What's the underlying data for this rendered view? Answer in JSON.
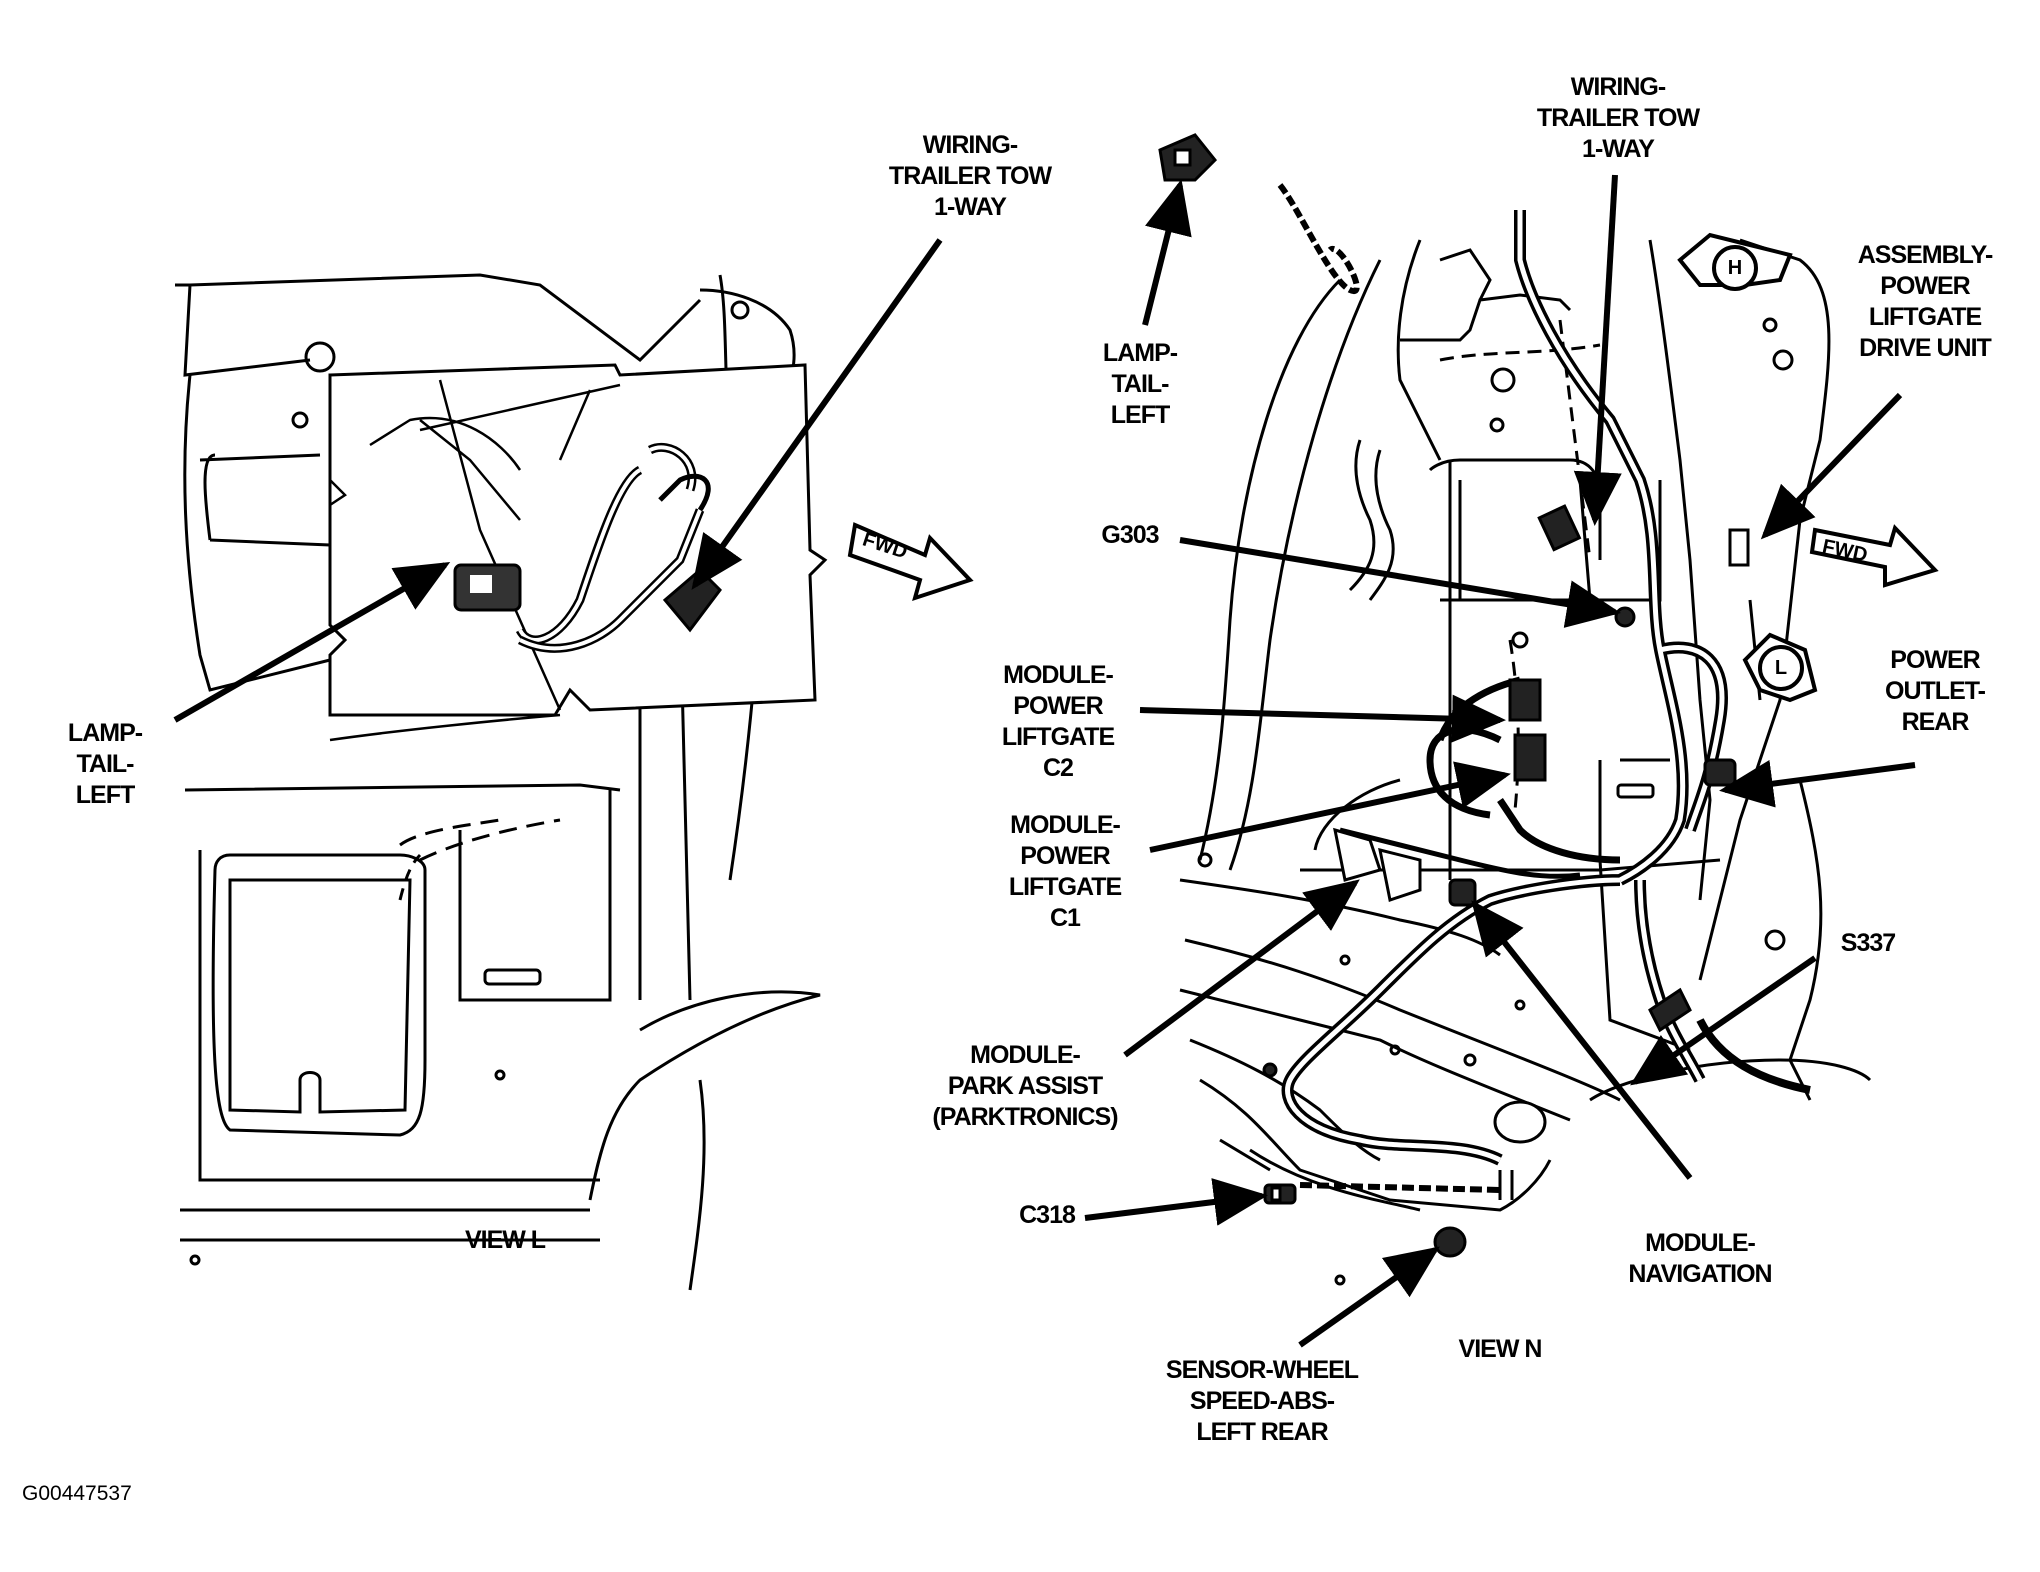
{
  "figure_id": "G00447537",
  "views": [
    {
      "id": "view-l",
      "caption": "VIEW L",
      "direction_arrow": "FWD",
      "callouts": [
        {
          "key": "wiring-trailer-tow",
          "lines": [
            "WIRING-",
            "TRAILER TOW",
            "1-WAY"
          ]
        },
        {
          "key": "lamp-tail-left",
          "lines": [
            "LAMP-",
            "TAIL-",
            "LEFT"
          ]
        }
      ]
    },
    {
      "id": "view-n",
      "caption": "VIEW N",
      "direction_arrow": "FWD",
      "reference_markers": [
        "H",
        "L"
      ],
      "callouts": [
        {
          "key": "wiring-trailer-tow",
          "lines": [
            "WIRING-",
            "TRAILER TOW",
            "1-WAY"
          ]
        },
        {
          "key": "lamp-tail-left",
          "lines": [
            "LAMP-",
            "TAIL-",
            "LEFT"
          ]
        },
        {
          "key": "assembly-power-liftgate-drive-unit",
          "lines": [
            "ASSEMBLY-",
            "POWER",
            "LIFTGATE",
            "DRIVE UNIT"
          ]
        },
        {
          "key": "g303",
          "lines": [
            "G303"
          ]
        },
        {
          "key": "module-power-liftgate-c2",
          "lines": [
            "MODULE-",
            "POWER",
            "LIFTGATE",
            "C2"
          ]
        },
        {
          "key": "module-power-liftgate-c1",
          "lines": [
            "MODULE-",
            "POWER",
            "LIFTGATE",
            "C1"
          ]
        },
        {
          "key": "power-outlet-rear",
          "lines": [
            "POWER",
            "OUTLET-",
            "REAR"
          ]
        },
        {
          "key": "s337",
          "lines": [
            "S337"
          ]
        },
        {
          "key": "module-park-assist",
          "lines": [
            "MODULE-",
            "PARK ASSIST",
            "(PARKTRONICS)"
          ]
        },
        {
          "key": "module-navigation",
          "lines": [
            "MODULE-",
            "NAVIGATION"
          ]
        },
        {
          "key": "c318",
          "lines": [
            "C318"
          ]
        },
        {
          "key": "sensor-wheel-speed-abs",
          "lines": [
            "SENSOR-WHEEL",
            "SPEED-ABS-",
            "LEFT REAR"
          ]
        }
      ]
    }
  ]
}
